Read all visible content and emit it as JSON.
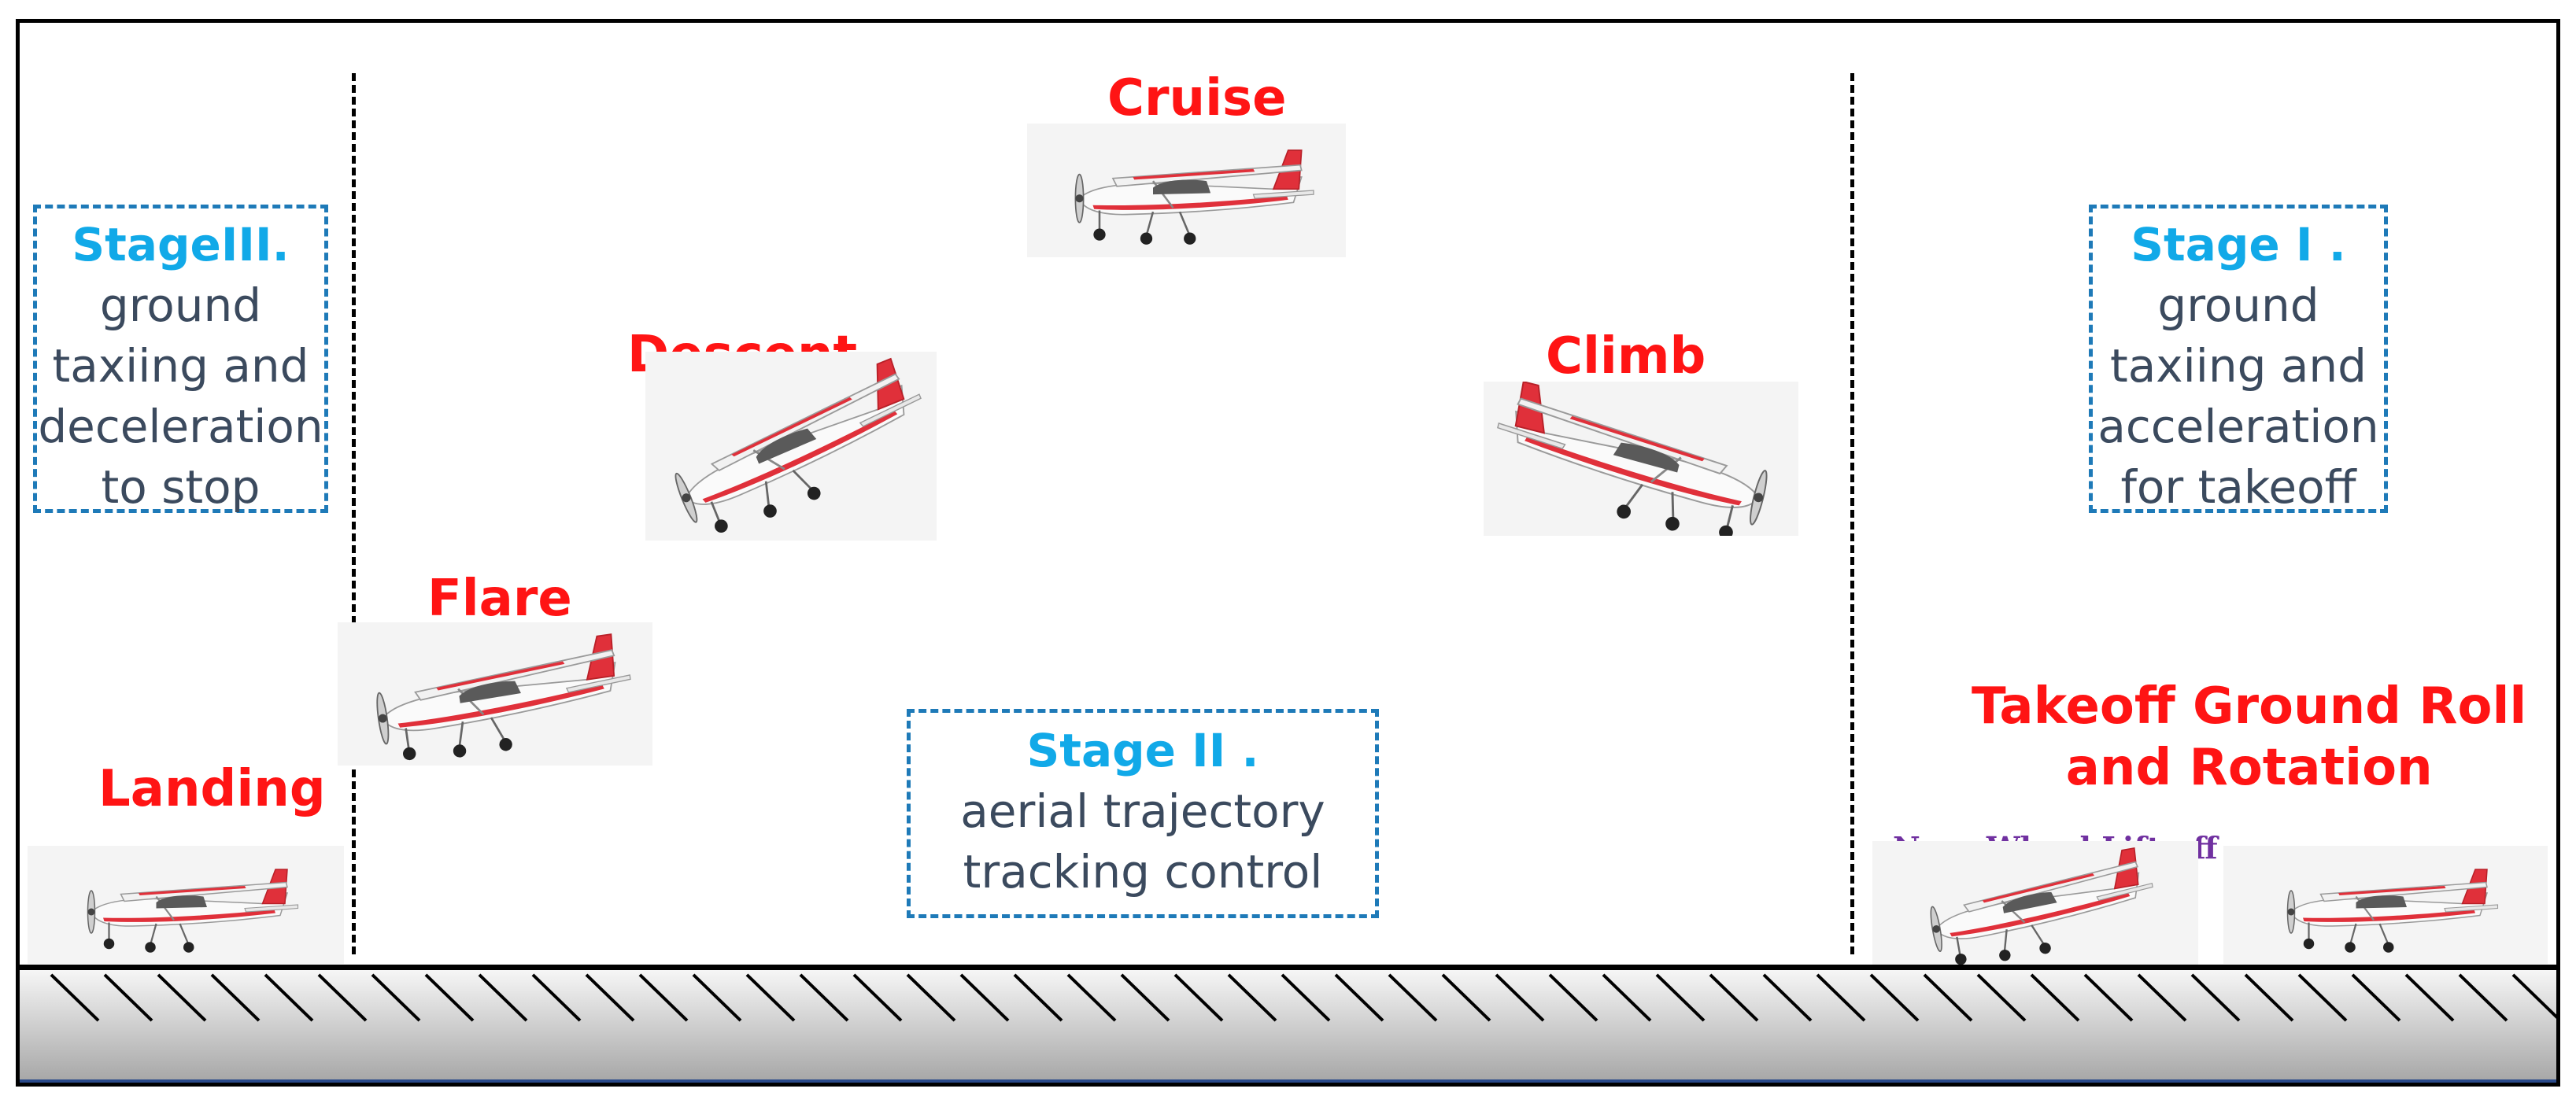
{
  "phases": {
    "cruise": "Cruise",
    "descent": "Descent",
    "climb": "Climb",
    "flare": "Flare",
    "landing": "Landing",
    "takeoff_line1": "Takeoff Ground Roll",
    "takeoff_line2": "and Rotation"
  },
  "nose_wheel_label": "Nose Wheel Lift-off",
  "stages": {
    "stage3": {
      "title": "StageIII.",
      "desc": "ground\ntaxiing and\ndeceleration\nto stop"
    },
    "stage1": {
      "title": "Stage I .",
      "desc": "ground\ntaxiing and\nacceleration\nfor takeoff"
    },
    "stage2": {
      "title": "Stage II .",
      "desc": "aerial trajectory\ntracking control"
    }
  },
  "colors": {
    "phase_label": "#ff1414",
    "stage_title": "#11a9e8",
    "stage_text": "#3b4a5e",
    "stage_border": "#1e7ab8",
    "nose_label": "#7030a0",
    "plane_accent": "#e0303a"
  },
  "icons": [
    "aircraft-icon",
    "ground-hatch"
  ]
}
